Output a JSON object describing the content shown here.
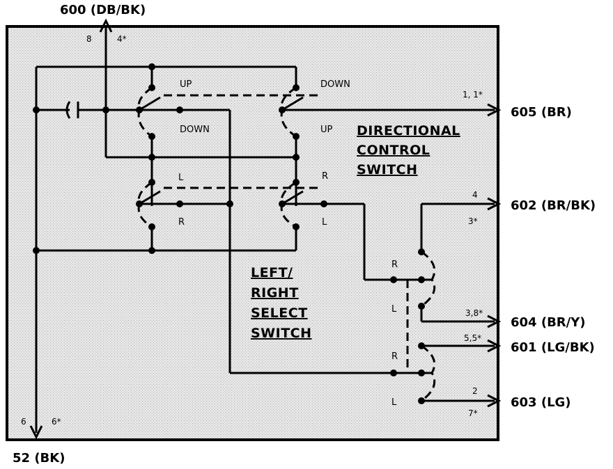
{
  "wires": {
    "top": "600 (DB/BK)",
    "w605": "605 (BR)",
    "w602": "602 (BR/BK)",
    "w604": "604 (BR/Y)",
    "w601": "601 (LG/BK)",
    "w603": "603 (LG)",
    "bottom": "52 (BK)"
  },
  "pins": {
    "top_a": "8",
    "top_b": "4*",
    "p605": "1, 1*",
    "p602_a": "4",
    "p602_b": "3*",
    "p604": "3,8*",
    "p601": "5,5*",
    "p603_a": "2",
    "p603_b": "7*",
    "bottom_a": "6",
    "bottom_b": "6*"
  },
  "switch_labels": {
    "up": "UP",
    "down": "DOWN",
    "l": "L",
    "r": "R"
  },
  "titles": {
    "directional": [
      "DIRECTIONAL",
      "CONTROL",
      "SWITCH"
    ],
    "left_right": [
      "LEFT/",
      "RIGHT",
      "SELECT",
      "SWITCH"
    ]
  },
  "colors": {
    "background": "#ffffff",
    "panel": "#e2e2e2",
    "ink": "#000000"
  }
}
